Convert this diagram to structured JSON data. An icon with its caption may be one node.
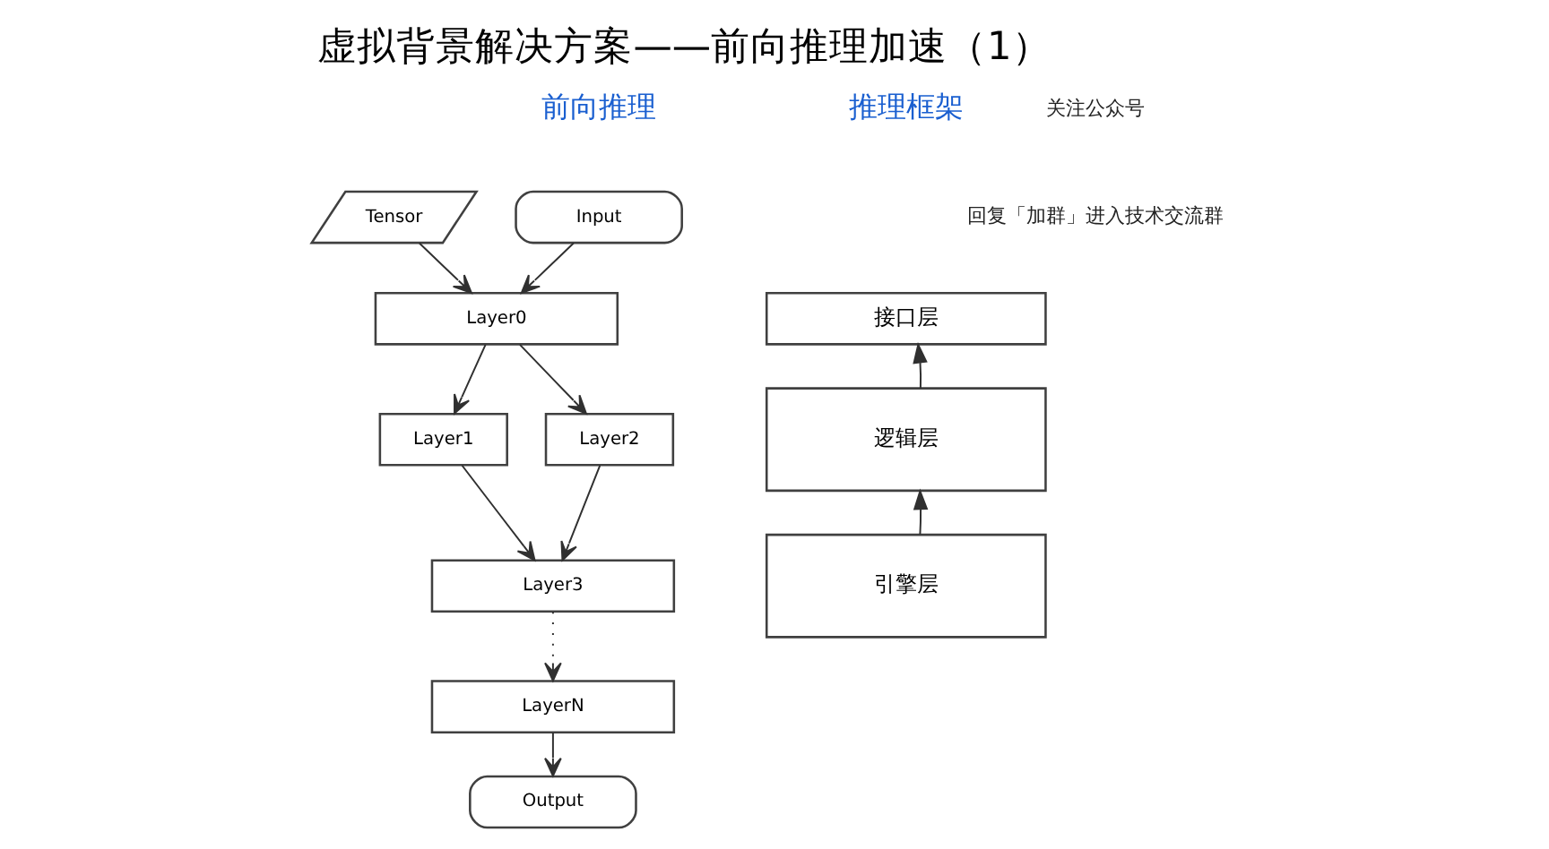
{
  "diagram": {
    "title": "虚拟背景解决方案——前向推理加速（1）",
    "nodes": [
      {
        "text": [
          "Input"
        ]
      },
      {
        "text": [
          "Tensor"
        ]
      },
      {
        "text": [
          "Layer0"
        ]
      },
      {
        "text": [
          "Layer1"
        ]
      },
      {
        "text": [
          "Layer2"
        ]
      },
      {
        "text": [
          "Layer3"
        ]
      },
      {
        "text": [
          "LayerN"
        ]
      },
      {
        "text": [
          "Output"
        ]
      },
      {
        "text": [
          "接口层"
        ]
      },
      {
        "text": [
          "逻辑层"
        ]
      },
      {
        "text": [
          "引擎层"
        ]
      }
    ],
    "edges": [
      {
        "from": 0,
        "to": 2,
        "arrow": "to"
      },
      {
        "from": 1,
        "to": 2,
        "arrow": "to"
      },
      {
        "from": 2,
        "to": 3,
        "arrow": "to"
      },
      {
        "from": 2,
        "to": 4,
        "arrow": "to"
      },
      {
        "from": 3,
        "to": 5,
        "arrow": "to"
      },
      {
        "from": 4,
        "to": 5,
        "arrow": "to"
      },
      {
        "from": 5,
        "to": 6,
        "arrow": "to",
        "style": "dashed"
      },
      {
        "from": 6,
        "to": 7,
        "arrow": "to"
      },
      {
        "from": 9,
        "to": 8,
        "arrow": "to"
      },
      {
        "from": 10,
        "to": 9,
        "arrow": "to"
      }
    ],
    "labels": [
      "关注公众号",
      "回复「加群」进入技术交流群",
      "前向推理",
      "推理框架"
    ]
  }
}
